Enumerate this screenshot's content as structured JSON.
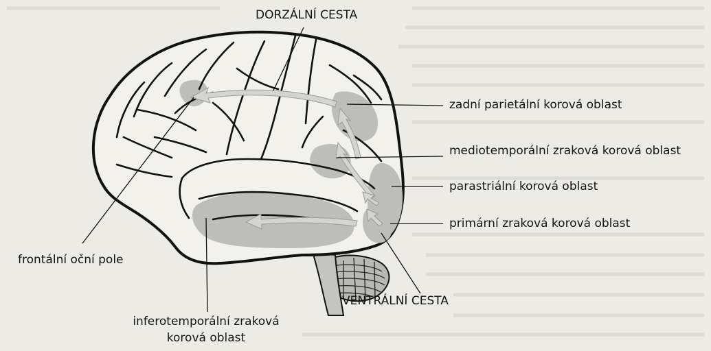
{
  "figure": {
    "labels": {
      "dorsal_stream": "DORZÁLNÍ CESTA",
      "posterior_parietal_cortex": "zadní parietální korová oblast",
      "mediotemporal_visual_cortex": "mediotemporální zraková korová oblast",
      "parastriate_cortex": "parastriální korová oblast",
      "primary_visual_cortex": "primární zraková korová oblast",
      "ventral_stream": "VENTRÁLNÍ CESTA",
      "frontal_eye_field": "frontální oční pole",
      "inferotemporal_line1": "inferotemporální zraková",
      "inferotemporal_line2": "korová oblast"
    },
    "colors": {
      "background": "#ecebe6",
      "outline": "#111111",
      "region_fill": "#bdbdb9",
      "arrow_fill": "#d4d4d0"
    }
  }
}
